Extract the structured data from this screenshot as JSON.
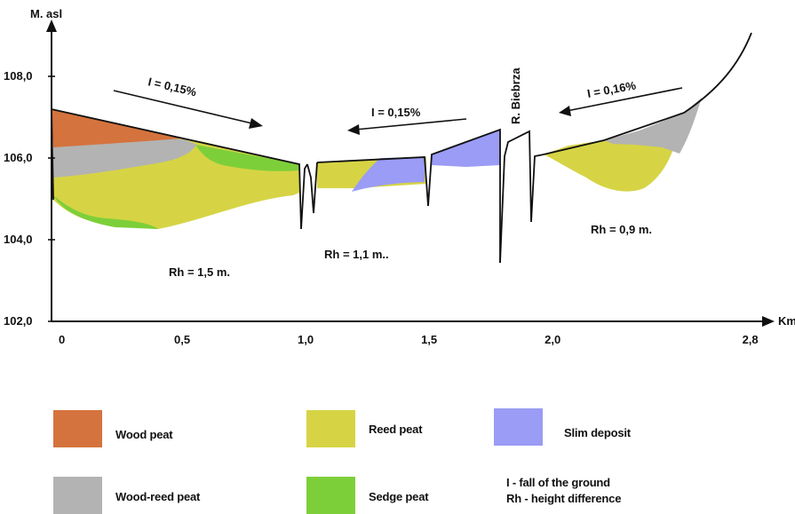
{
  "axis": {
    "y_title": "M. asl",
    "x_title": "Km",
    "y_ticks": [
      {
        "label": "108,0",
        "value": 108.0
      },
      {
        "label": "106,0",
        "value": 106.0
      },
      {
        "label": "104,0",
        "value": 104.0
      },
      {
        "label": "102,0",
        "value": 102.0
      }
    ],
    "x_ticks": [
      {
        "label": "0",
        "value": 0
      },
      {
        "label": "0,5",
        "value": 0.5
      },
      {
        "label": "1,0",
        "value": 1.0
      },
      {
        "label": "1,5",
        "value": 1.5
      },
      {
        "label": "2,0",
        "value": 2.0
      },
      {
        "label": "2,8",
        "value": 2.8
      }
    ]
  },
  "slope_labels": {
    "left": "I = 0,15%",
    "middle": "I = 0,15%",
    "right": "I = 0,16%"
  },
  "river_label": "R. Biebrza",
  "height_diffs": {
    "left": "Rh = 1,5 m.",
    "middle": "Rh = 1,1 m..",
    "right": "Rh = 0,9 m."
  },
  "colors": {
    "wood_peat": "#d4733d",
    "wood_reed_peat": "#b3b3b3",
    "reed_peat": "#d6d444",
    "slim_deposit": "#9a9cf5",
    "sedge_peat": "#7dcf3a",
    "line": "#111111"
  },
  "legend": [
    {
      "label": "Wood peat",
      "color_key": "wood_peat"
    },
    {
      "label": "Reed peat",
      "color_key": "reed_peat"
    },
    {
      "label": "Slim deposit",
      "color_key": "slim_deposit"
    },
    {
      "label": "Wood-reed peat",
      "color_key": "wood_reed_peat"
    },
    {
      "label": "Sedge peat",
      "color_key": "sedge_peat"
    }
  ],
  "notes": {
    "line1": "I - fall of the ground",
    "line2": "Rh - height difference"
  }
}
